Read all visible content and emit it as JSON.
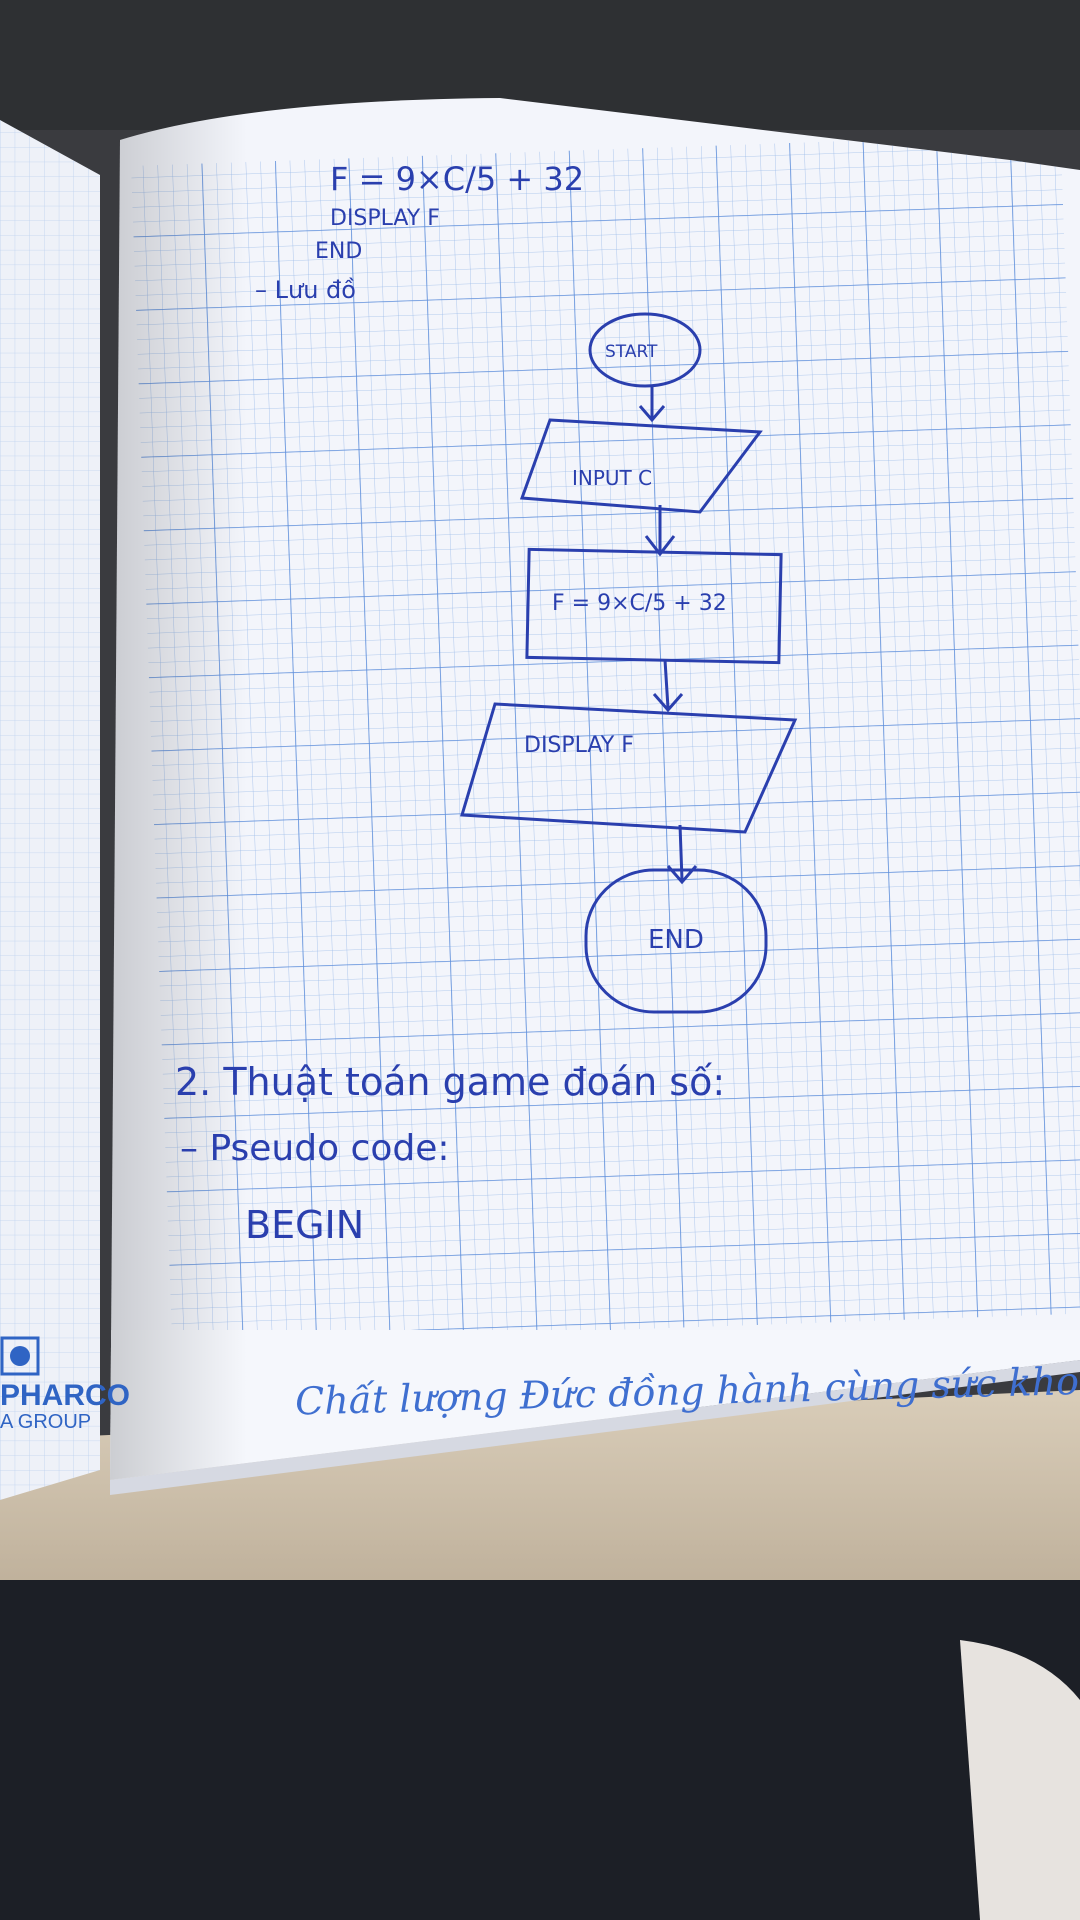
{
  "notes": {
    "line1": "F = 9×C/5 + 32",
    "line2": "DISPLAY  F",
    "line3": "END",
    "line4": "– Lưu đồ"
  },
  "flowchart": {
    "start": "START",
    "input": "INPUT C",
    "process": "F = 9×C/5 + 32",
    "display": "DISPLAY F",
    "end": "END"
  },
  "section2": {
    "heading": "2. Thuật toán game đoán số:",
    "pseudo": "– Pseudo code:",
    "begin": "BEGIN"
  },
  "footer": {
    "slogan": "Chất lượng Đức đồng hành cùng sức khoẻ V",
    "logo_top": "PHARCO",
    "logo_bottom": "A GROUP"
  },
  "colors": {
    "ink": "#2a3fae",
    "grid": "#8fb1e6",
    "brand": "#2f64c4",
    "paper": "#f3f5fb"
  }
}
